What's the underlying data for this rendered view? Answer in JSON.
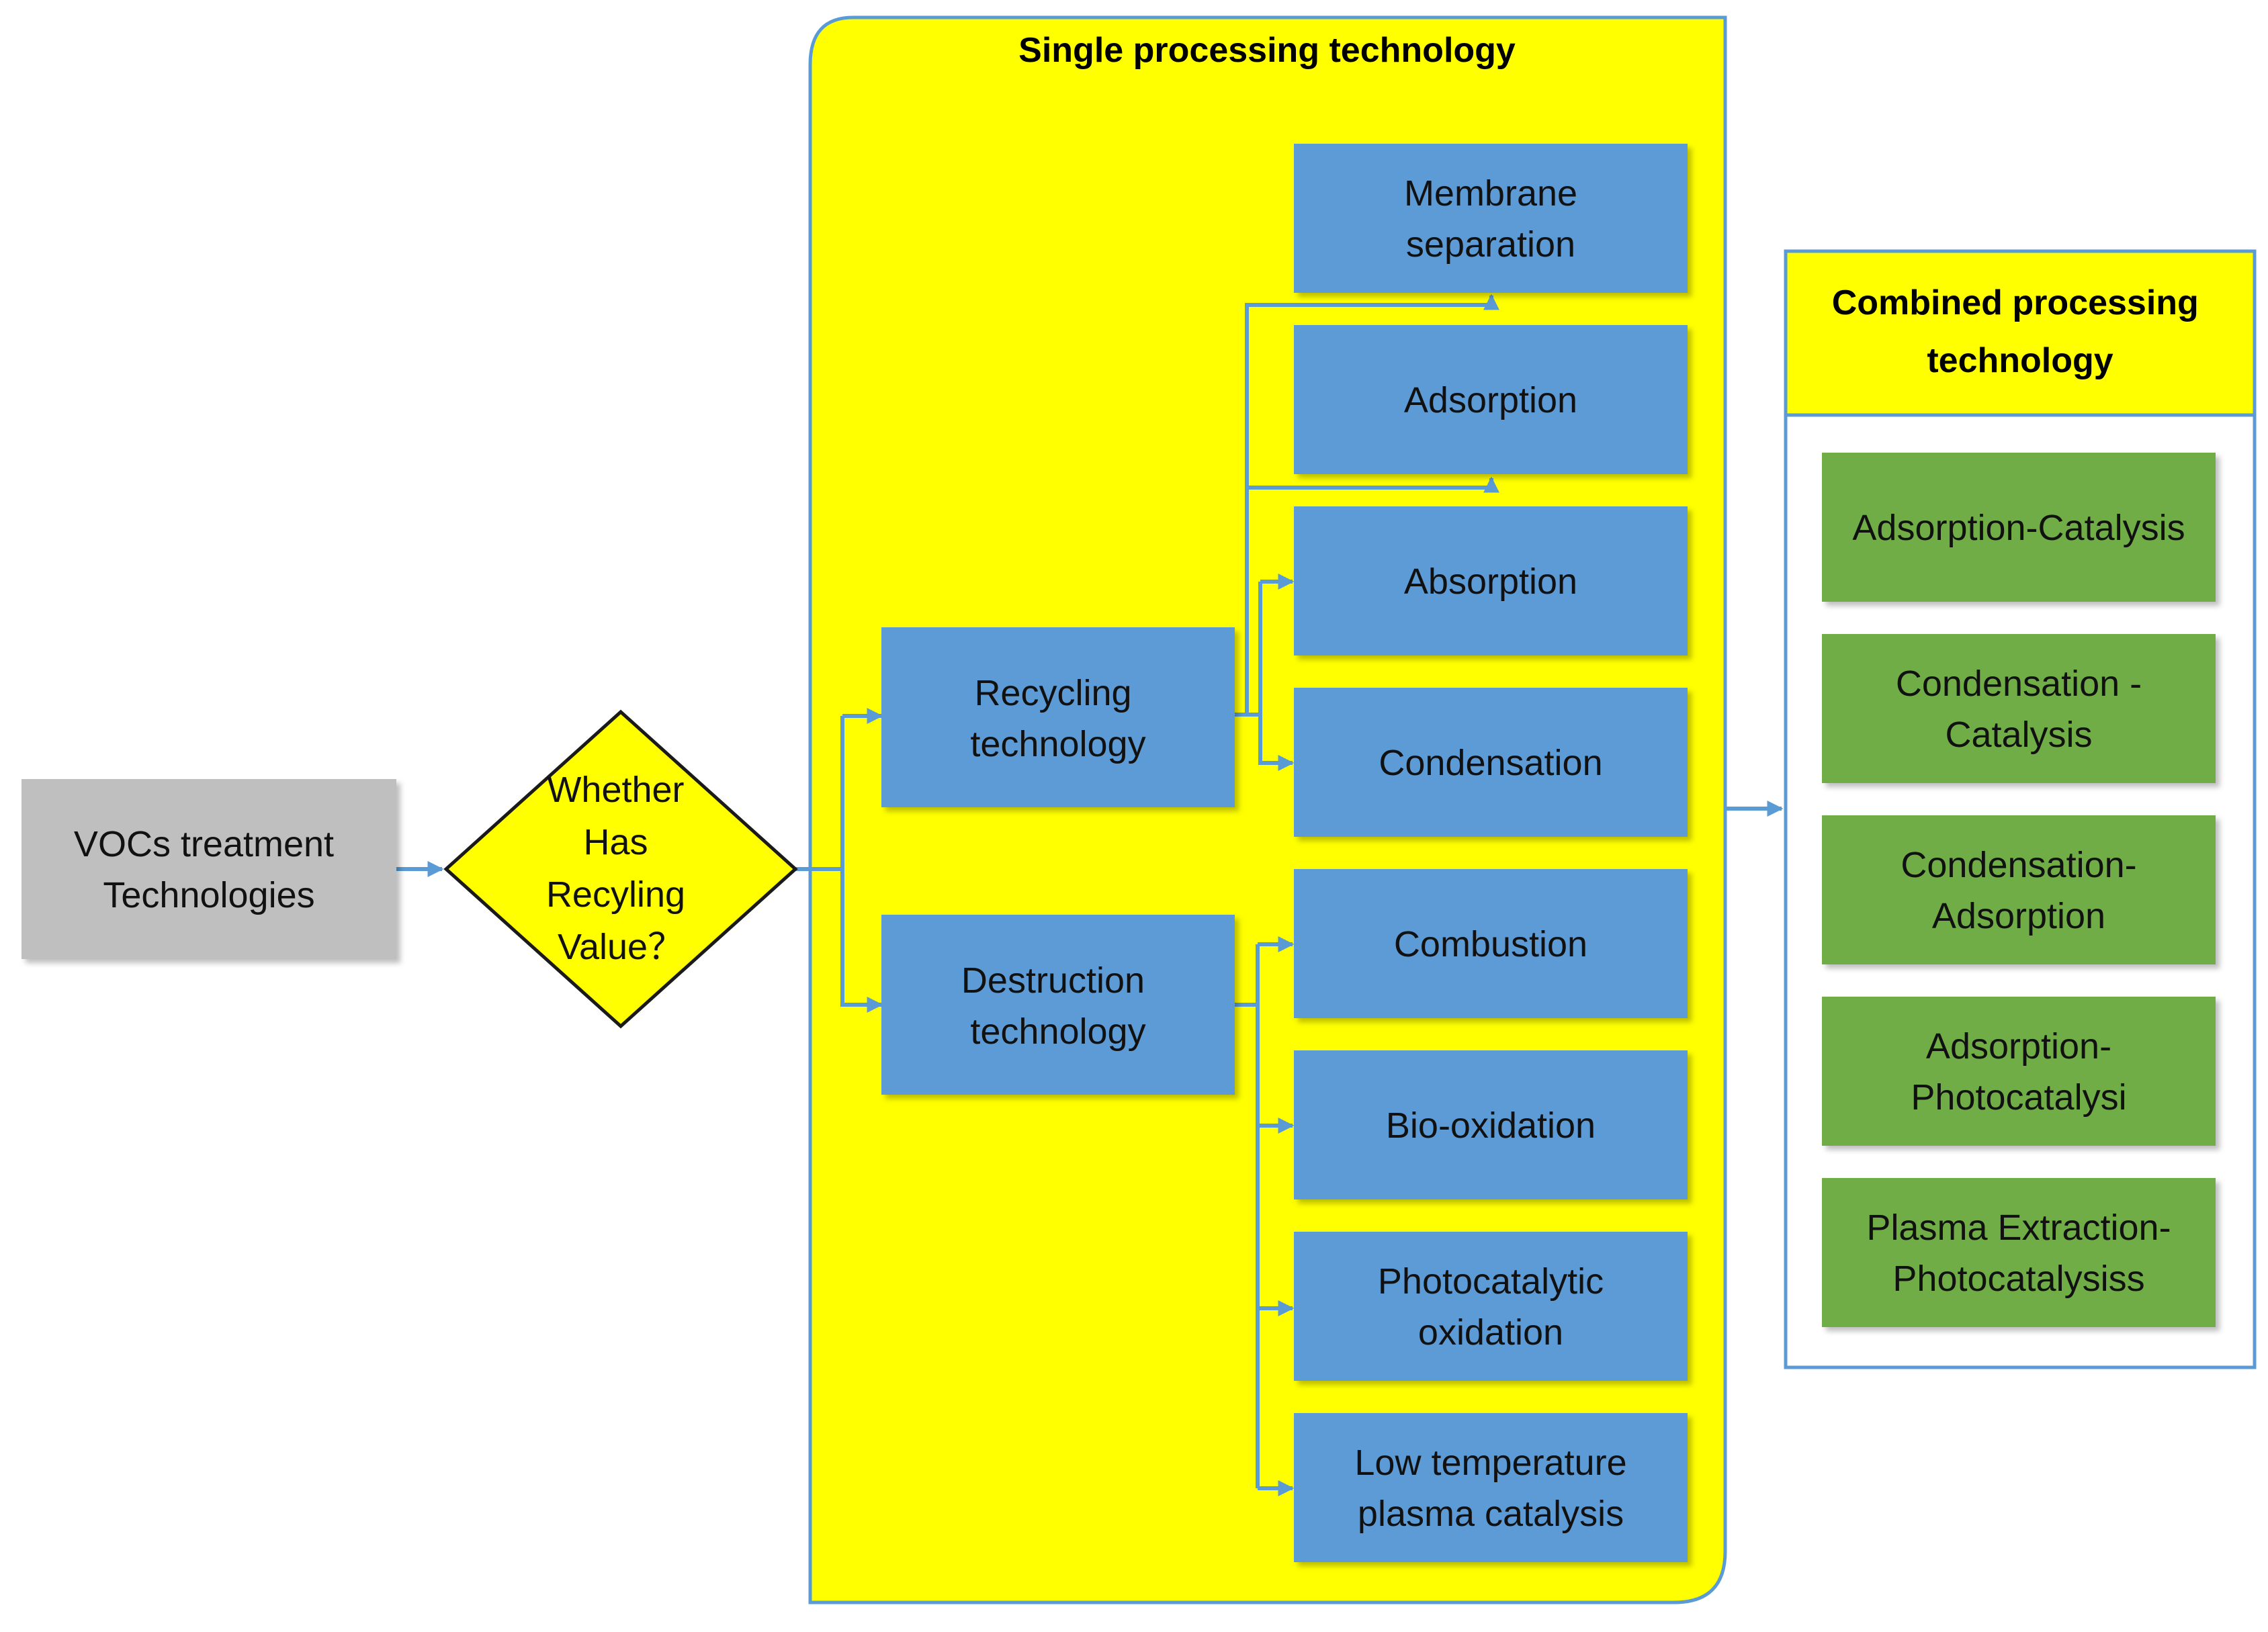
{
  "diagram": {
    "start": {
      "label_lines": [
        "VOCs treatment",
        "Technologies"
      ]
    },
    "decision": {
      "label_lines": [
        "Whether",
        "Has",
        "Recyling",
        "Value？"
      ]
    },
    "single_group": {
      "title": "Single processing technology",
      "branches": [
        {
          "key": "recycling",
          "label_lines": [
            "Recycling",
            "technology"
          ]
        },
        {
          "key": "destruction",
          "label_lines": [
            "Destruction",
            "technology"
          ]
        }
      ],
      "recycling_methods": [
        {
          "label_lines": [
            "Membrane",
            "separation"
          ]
        },
        {
          "label_lines": [
            "Adsorption"
          ]
        },
        {
          "label_lines": [
            "Absorption"
          ]
        },
        {
          "label_lines": [
            "Condensation"
          ]
        }
      ],
      "destruction_methods": [
        {
          "label_lines": [
            "Combustion"
          ]
        },
        {
          "label_lines": [
            "Bio-oxidation"
          ]
        },
        {
          "label_lines": [
            "Photocatalytic",
            "oxidation"
          ]
        },
        {
          "label_lines": [
            "Low temperature",
            "plasma catalysis"
          ]
        }
      ]
    },
    "combined_group": {
      "title_lines": [
        "Combined processing",
        "technology"
      ],
      "items": [
        {
          "label_lines": [
            "Adsorption-Catalysis"
          ]
        },
        {
          "label_lines": [
            "Condensation -",
            "Catalysis"
          ]
        },
        {
          "label_lines": [
            "Condensation-",
            "Adsorption"
          ]
        },
        {
          "label_lines": [
            "Adsorption-",
            "Photocatalysi"
          ]
        },
        {
          "label_lines": [
            "Plasma Extraction-",
            "Photocatalysiss"
          ]
        }
      ]
    }
  },
  "colors": {
    "start_fill": "#bfbfbf",
    "decision_fill": "#ffff00",
    "group_fill": "#ffff00",
    "method_fill": "#5b9bd5",
    "combined_item_fill": "#70ad47",
    "combined_title_fill": "#ffff00",
    "border": "#5b9bd5",
    "connector": "#5b9bd5"
  }
}
